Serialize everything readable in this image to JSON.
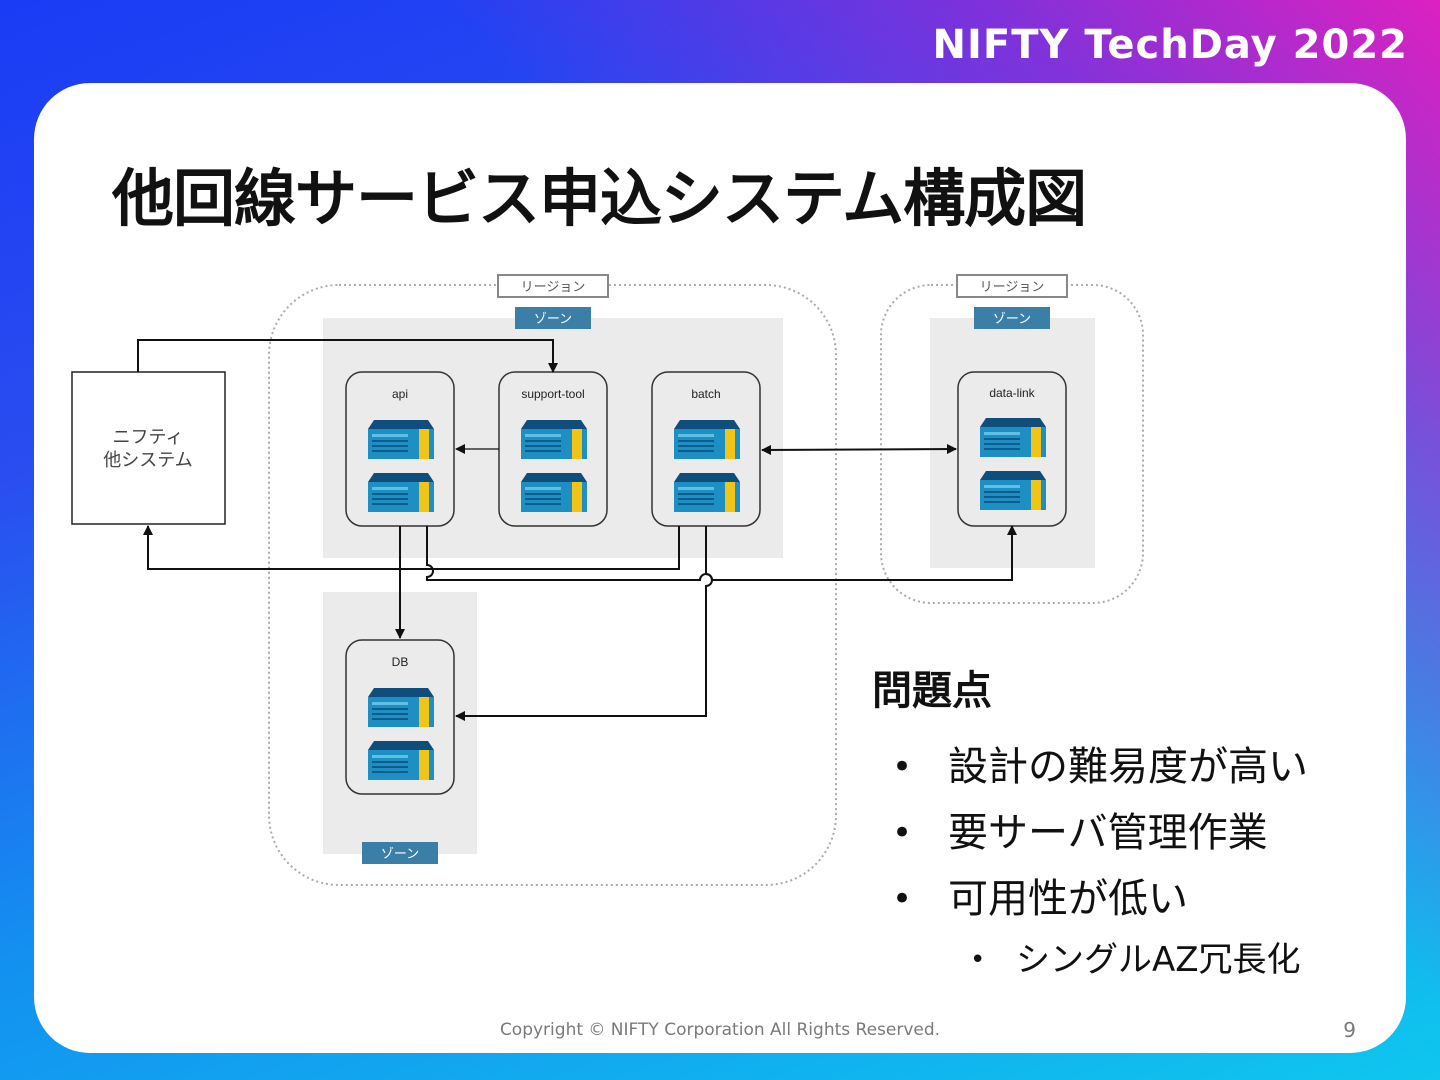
{
  "brand": "NIFTY TechDay 2022",
  "title": "他回線サービス申込システム構成図",
  "diagram": {
    "region_label": "リージョン",
    "zone_label": "ゾーン",
    "external_system": [
      "ニフティ",
      "他システム"
    ],
    "nodes": {
      "api": "api",
      "support_tool": "support-tool",
      "batch": "batch",
      "db": "DB",
      "data_link": "data-link"
    }
  },
  "issues": {
    "heading": "問題点",
    "items": [
      "設計の難易度が高い",
      "要サーバ管理作業",
      "可用性が低い"
    ],
    "sub_items": [
      "シングルAZ冗長化"
    ]
  },
  "bullet": "•",
  "footer": "Copyright © NIFTY Corporation All Rights Reserved.",
  "page_number": "9"
}
